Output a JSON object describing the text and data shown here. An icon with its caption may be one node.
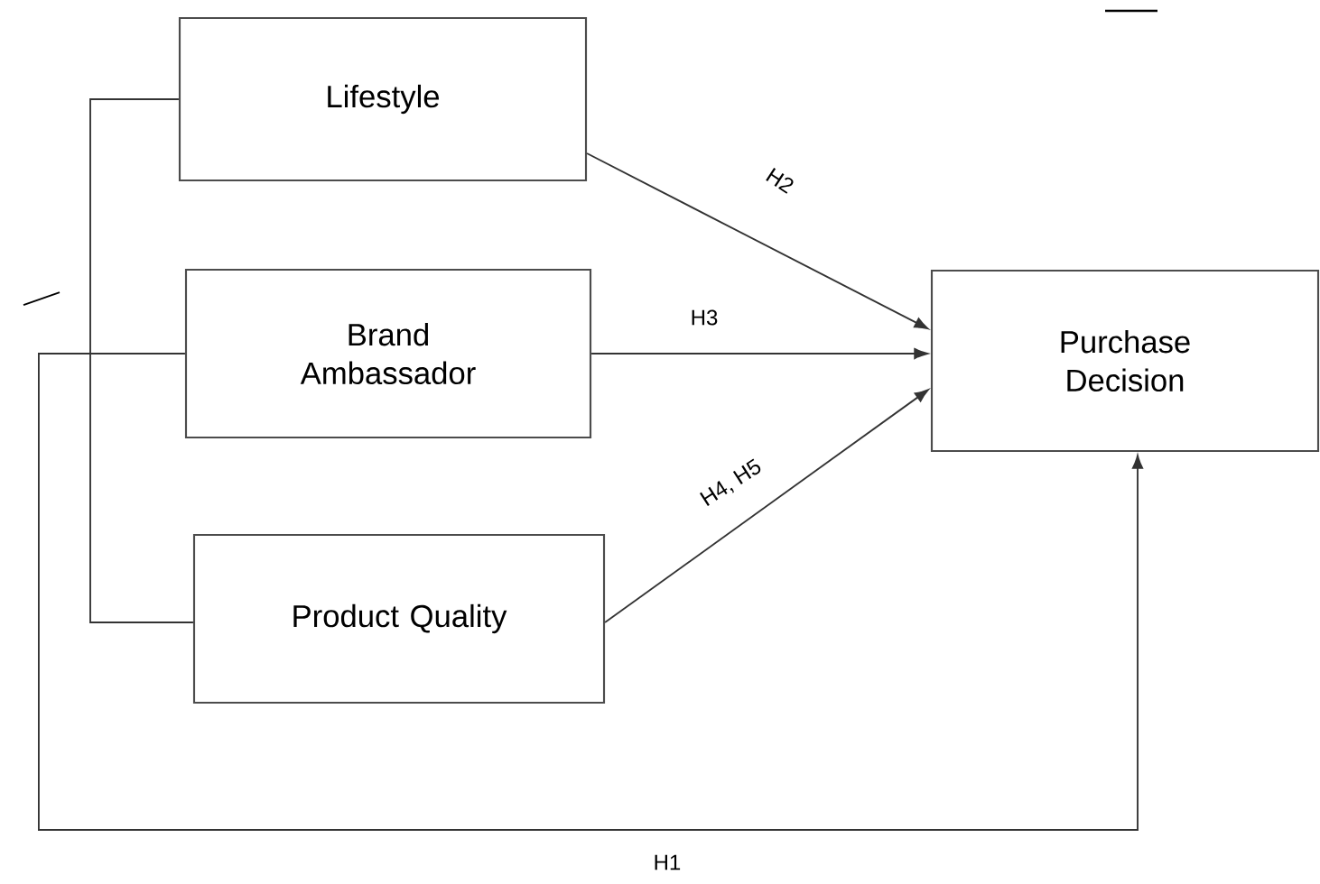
{
  "diagram": {
    "nodes": [
      {
        "text": [
          "Lifestyle"
        ]
      },
      {
        "text": [
          "Brand Ambassador"
        ]
      },
      {
        "text": [
          "Product Quality"
        ]
      },
      {
        "text": [
          "Purchase Decision"
        ]
      }
    ],
    "edges": [
      {
        "from": 0,
        "to": 3,
        "arrow": "to",
        "label": "H2"
      },
      {
        "from": 1,
        "to": 3,
        "arrow": "to",
        "label": "H3"
      },
      {
        "from": 2,
        "to": 3,
        "arrow": "to",
        "label": "H4, H5"
      },
      {
        "from": 1,
        "to": 3,
        "arrow": "to",
        "label": "H1"
      },
      {
        "from": 0,
        "to": 2,
        "arrow": "none"
      }
    ]
  }
}
